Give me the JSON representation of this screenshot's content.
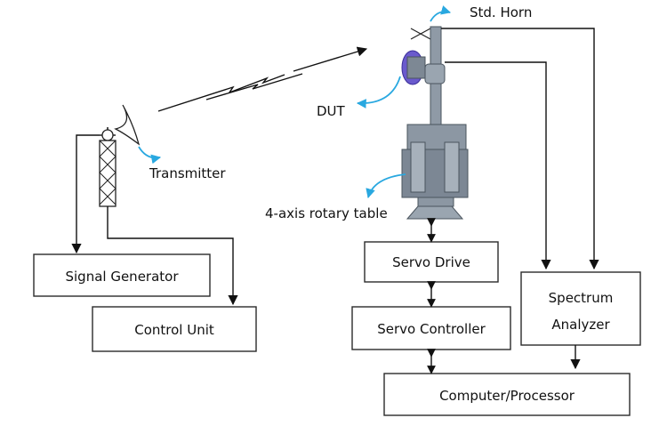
{
  "labels": {
    "std_horn": "Std. Horn",
    "dut": "DUT",
    "transmitter": "Transmitter",
    "rotary_table": "4-axis rotary table"
  },
  "boxes": {
    "signal_generator": "Signal Generator",
    "control_unit": "Control Unit",
    "servo_drive": "Servo Drive",
    "servo_controller": "Servo Controller",
    "spectrum_line1": "Spectrum",
    "spectrum_line2": "Analyzer",
    "computer": "Computer/Processor"
  },
  "colors": {
    "callout": "#29a8e0",
    "dut_purple": "#6a5acd",
    "metal": "#8f9aa6"
  }
}
